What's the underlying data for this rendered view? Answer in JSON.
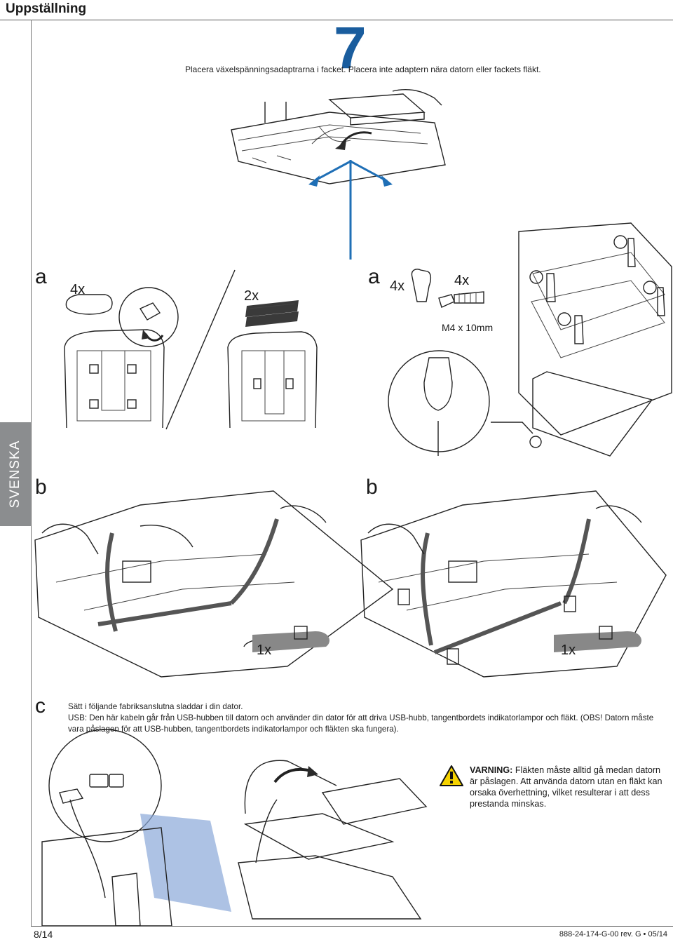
{
  "header": {
    "title": "Uppställning"
  },
  "language_tab": "SVENSKA",
  "step": {
    "number": "7",
    "caption": "Placera växelspänningsadaptrarna i facket. Placera inte adaptern nära datorn eller fackets fläkt."
  },
  "panels": {
    "top_left": {
      "letter": "a",
      "qty_a": "4x",
      "qty_b": "2x"
    },
    "top_right": {
      "letter": "a",
      "qty_a": "4x",
      "qty_b": "4x",
      "spec": "M4 x 10mm"
    },
    "mid_left": {
      "letter": "b",
      "qty": "1x"
    },
    "mid_right": {
      "letter": "b",
      "qty": "1x"
    }
  },
  "section_c": {
    "letter": "c",
    "line1": "Sätt i följande fabriksanslutna sladdar i din dator.",
    "line2": "USB: Den här kabeln går från USB-hubben till datorn och använder din dator för att driva USB-hubb, tangentbordets indikatorlampor och fläkt. (OBS! Datorn måste vara påslagen för att USB-hubben, tangentbordets indikatorlampor och fläkten ska fungera)."
  },
  "warning": {
    "label": "VARNING:",
    "text": "Fläkten måste alltid gå medan datorn är påslagen. Att använda datorn utan en fläkt kan orsaka överhettning, vilket resulterar i att dess prestanda minskas."
  },
  "footer": {
    "page": "8/14",
    "doc": "888-24-174-G-00 rev. G • 05/14"
  },
  "colors": {
    "accent": "#1a5d9e",
    "tab": "#8b8d8f",
    "warning_fill": "#f5d200"
  }
}
